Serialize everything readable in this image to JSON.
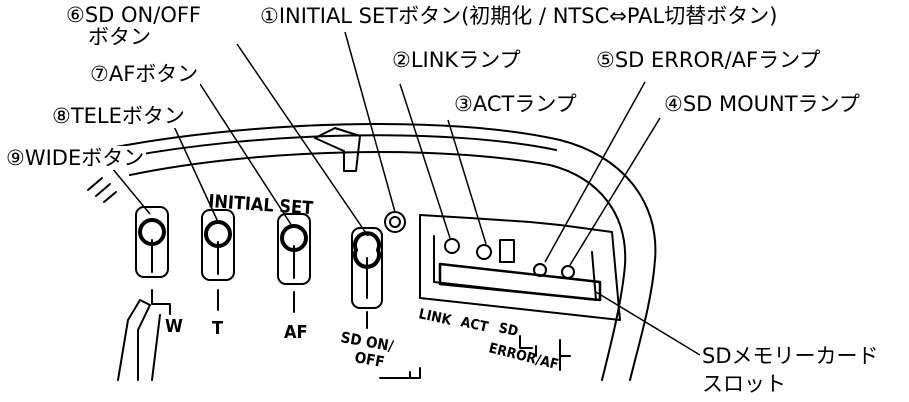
{
  "callouts": {
    "c1": "①INITIAL SETボタン(初期化 / NTSC⇔PAL切替ボタン)",
    "c2": "②LINKランプ",
    "c3": "③ACTランプ",
    "c4": "④SD MOUNTランプ",
    "c5": "⑤SD ERROR/AFランプ",
    "c6_line1": "⑥SD ON/OFF",
    "c6_line2": "ボタン",
    "c7": "⑦AFボタン",
    "c8": "⑧TELEボタン",
    "c9": "⑨WIDEボタン",
    "slot_line1": "SDメモリーカード",
    "slot_line2": "スロット"
  },
  "device": {
    "panel_label": "INITIAL SET",
    "btn_w": "W",
    "btn_t": "T",
    "btn_af": "AF",
    "sd_onoff_1": "SD ON/",
    "sd_onoff_2": "OFF",
    "lamp_link": "LINK",
    "lamp_act": "ACT",
    "lamp_sd": "SD",
    "lamp_error": "ERROR/AF"
  }
}
